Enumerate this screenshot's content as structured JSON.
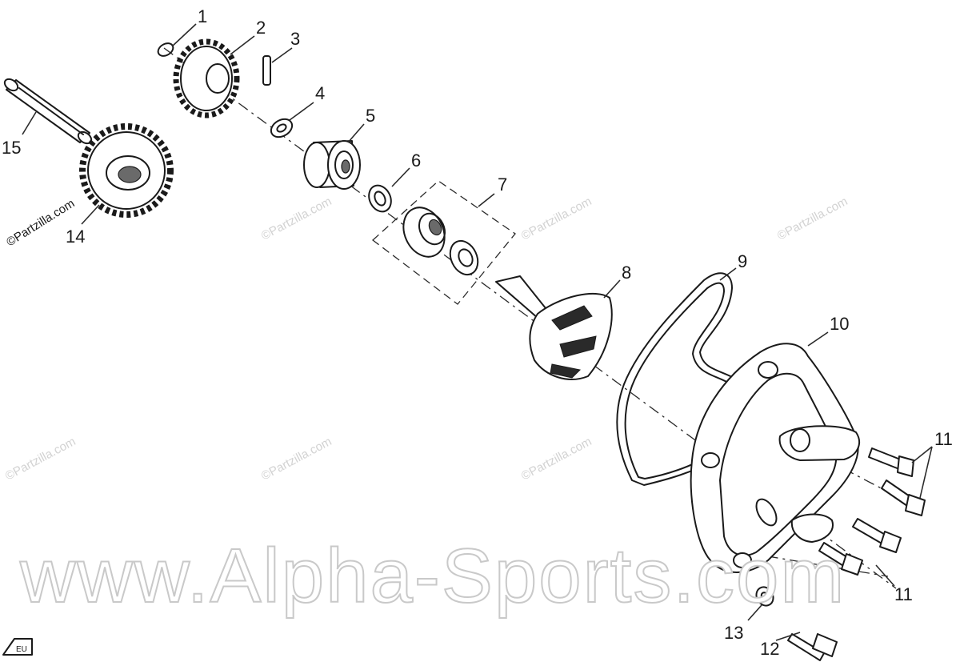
{
  "diagram": {
    "callouts": [
      "1",
      "2",
      "3",
      "4",
      "5",
      "6",
      "7",
      "8",
      "9",
      "10",
      "11",
      "11",
      "12",
      "13",
      "14",
      "15"
    ],
    "credit_mark": "©Partzilla.com",
    "brand_watermark": "www.Alpha-Sports.com",
    "orientation_badge": "EU",
    "colors": {
      "ink": "#1a1a1a",
      "watermark": "#d2d2d2",
      "background": "#ffffff"
    }
  }
}
